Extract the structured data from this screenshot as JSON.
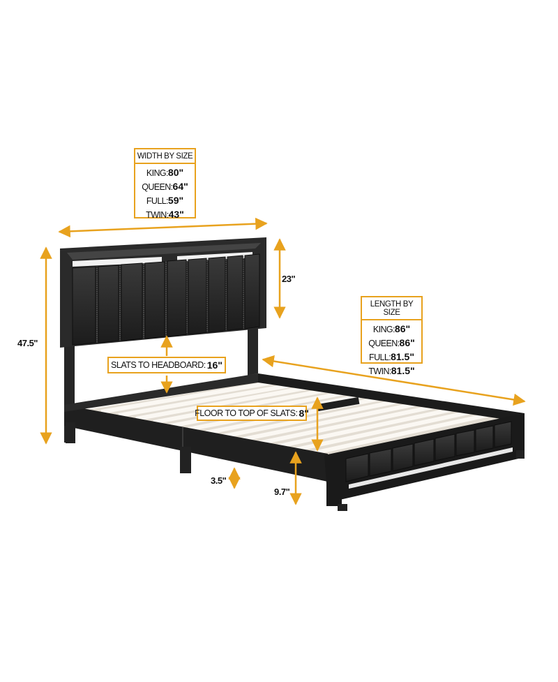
{
  "diagram": {
    "subject": "Upholstered platform bed frame with vertical channel-stitched headboard",
    "colors": {
      "accent": "#e8a21e",
      "frame": "#1f1f1f",
      "slats": "#ece7df",
      "background": "#ffffff"
    },
    "width_by_size": {
      "title": "WIDTH BY SIZE",
      "rows": [
        {
          "label": "KING:",
          "value": "80\""
        },
        {
          "label": "QUEEN:",
          "value": "64\""
        },
        {
          "label": "FULL:",
          "value": "59\""
        },
        {
          "label": "TWIN:",
          "value": "43\""
        }
      ]
    },
    "length_by_size": {
      "title": "LENGTH BY SIZE",
      "rows": [
        {
          "label": "KING:",
          "value": "86\""
        },
        {
          "label": "QUEEN:",
          "value": "86\""
        },
        {
          "label": "FULL:",
          "value": "81.5\""
        },
        {
          "label": "TWIN:",
          "value": "81.5\""
        }
      ]
    },
    "slats_to_headboard": {
      "label": "SLATS TO HEADBOARD:",
      "value": "16\""
    },
    "floor_to_slats": {
      "label": "FLOOR TO TOP OF SLATS:",
      "value": "8\""
    },
    "dimensions": {
      "total_height": "47.5\"",
      "headboard_height": "23\"",
      "leg_clearance": "3.5\"",
      "side_rail_height": "9.7\""
    }
  }
}
